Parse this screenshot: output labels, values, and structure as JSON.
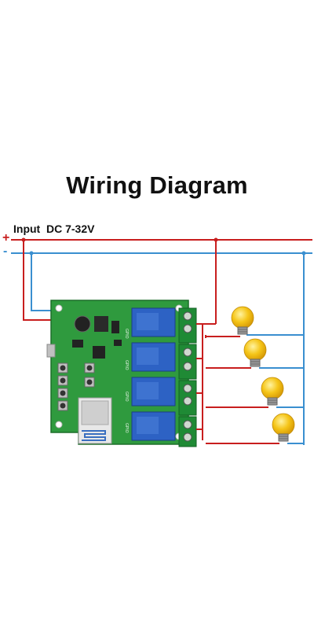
{
  "title": "Wiring Diagram",
  "input": {
    "label": "Input",
    "voltage": "DC 7-32V",
    "positive_symbol": "+",
    "negative_symbol": "-"
  },
  "relays": {
    "count": 4,
    "channel_labels": [
      "GPIO",
      "GPIO",
      "GPIO",
      "GPIO"
    ]
  },
  "loads": {
    "count": 4,
    "type": "light-bulb-icon"
  },
  "colors": {
    "positive_wire": "#c81e1e",
    "negative_wire": "#3a8fd0",
    "board": "#2f9a3e",
    "relay": "#2d62c4",
    "terminal": "#1f8a35",
    "bulb": "#f2c21a"
  }
}
